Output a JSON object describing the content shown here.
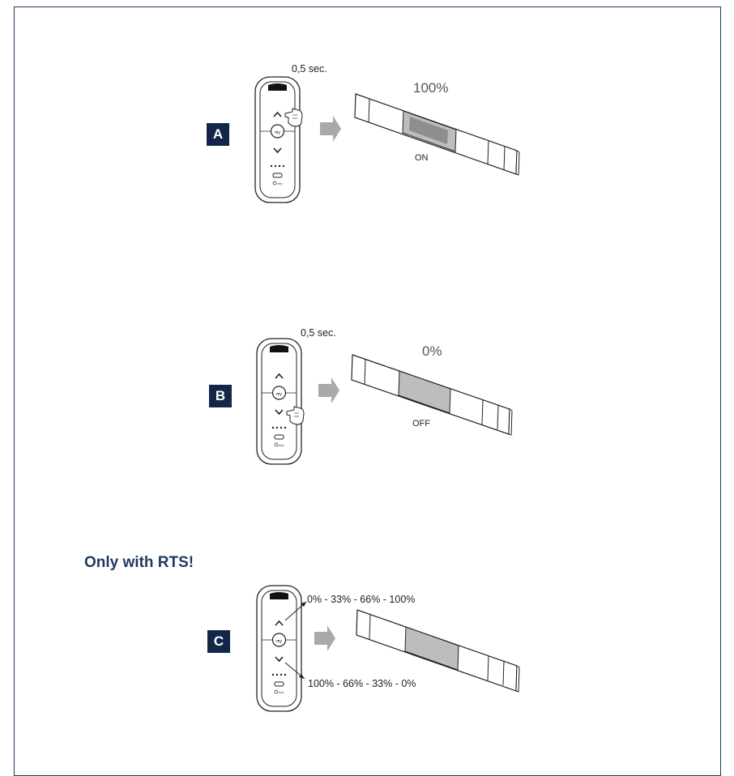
{
  "diagram": {
    "step_a": {
      "letter": "A",
      "duration": "0,5 sec.",
      "level": "100%",
      "state": "ON"
    },
    "step_b": {
      "letter": "B",
      "duration": "0,5 sec.",
      "level": "0%",
      "state": "OFF"
    },
    "rts_heading": "Only with RTS!",
    "step_c": {
      "letter": "C",
      "up_sequence": "0% - 33% - 66% - 100%",
      "down_sequence": "100% - 66% - 33% - 0%"
    },
    "remote_button_label": "my",
    "colors": {
      "badge": "#14254a",
      "heading": "#1f3a5f",
      "arrow": "#a9a9a9",
      "screen_fill": "#bdbdbd"
    }
  }
}
